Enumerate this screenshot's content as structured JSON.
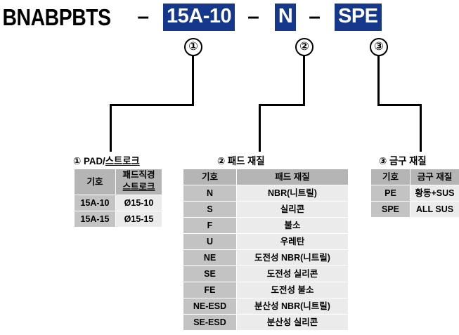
{
  "product_code": {
    "base": "BNABPBTS",
    "separator": "–",
    "segments": [
      {
        "value": "15A-10",
        "marker": "①"
      },
      {
        "value": "N",
        "marker": "②"
      },
      {
        "value": "SPE",
        "marker": "③"
      }
    ],
    "chip_color": "#16388c",
    "chip_text_color": "#ffffff"
  },
  "colors": {
    "header_gray": "#b5b5b5",
    "symbol_gray": "#c3c3c3",
    "value_light": "#ebebeb",
    "line_black": "#000000",
    "accent_blue": "#16388c"
  },
  "sections": [
    {
      "marker": "①",
      "title_prefix": "① PAD/",
      "title_underlined": "스트로크",
      "title_full": "① PAD/스트로크",
      "columns": [
        {
          "label": "기호"
        },
        {
          "label_top": "패드직경",
          "label_bottom": "스트로크"
        }
      ],
      "rows": [
        {
          "symbol": "15A-10",
          "value": "Ø15-10"
        },
        {
          "symbol": "15A-15",
          "value": "Ø15-15"
        }
      ]
    },
    {
      "marker": "②",
      "title_full": "② 패드 재질",
      "columns": [
        {
          "label": "기호"
        },
        {
          "label": "패드 재질"
        }
      ],
      "rows": [
        {
          "symbol": "N",
          "value": "NBR(니트릴)"
        },
        {
          "symbol": "S",
          "value": "실리콘"
        },
        {
          "symbol": "F",
          "value": "불소"
        },
        {
          "symbol": "U",
          "value": "우레탄"
        },
        {
          "symbol": "NE",
          "value": "도전성 NBR(니트릴)"
        },
        {
          "symbol": "SE",
          "value": "도전성 실리콘"
        },
        {
          "symbol": "FE",
          "value": "도전성 불소"
        },
        {
          "symbol": "NE-ESD",
          "value": "분산성 NBR(니트릴)"
        },
        {
          "symbol": "SE-ESD",
          "value": "분산성 실리콘"
        }
      ]
    },
    {
      "marker": "③",
      "title_full": "③ 금구 재질",
      "columns": [
        {
          "label": "기호"
        },
        {
          "label": "금구 재질"
        }
      ],
      "rows": [
        {
          "symbol": "PE",
          "value": "황동+SUS"
        },
        {
          "symbol": "SPE",
          "value": "ALL SUS"
        }
      ]
    }
  ]
}
